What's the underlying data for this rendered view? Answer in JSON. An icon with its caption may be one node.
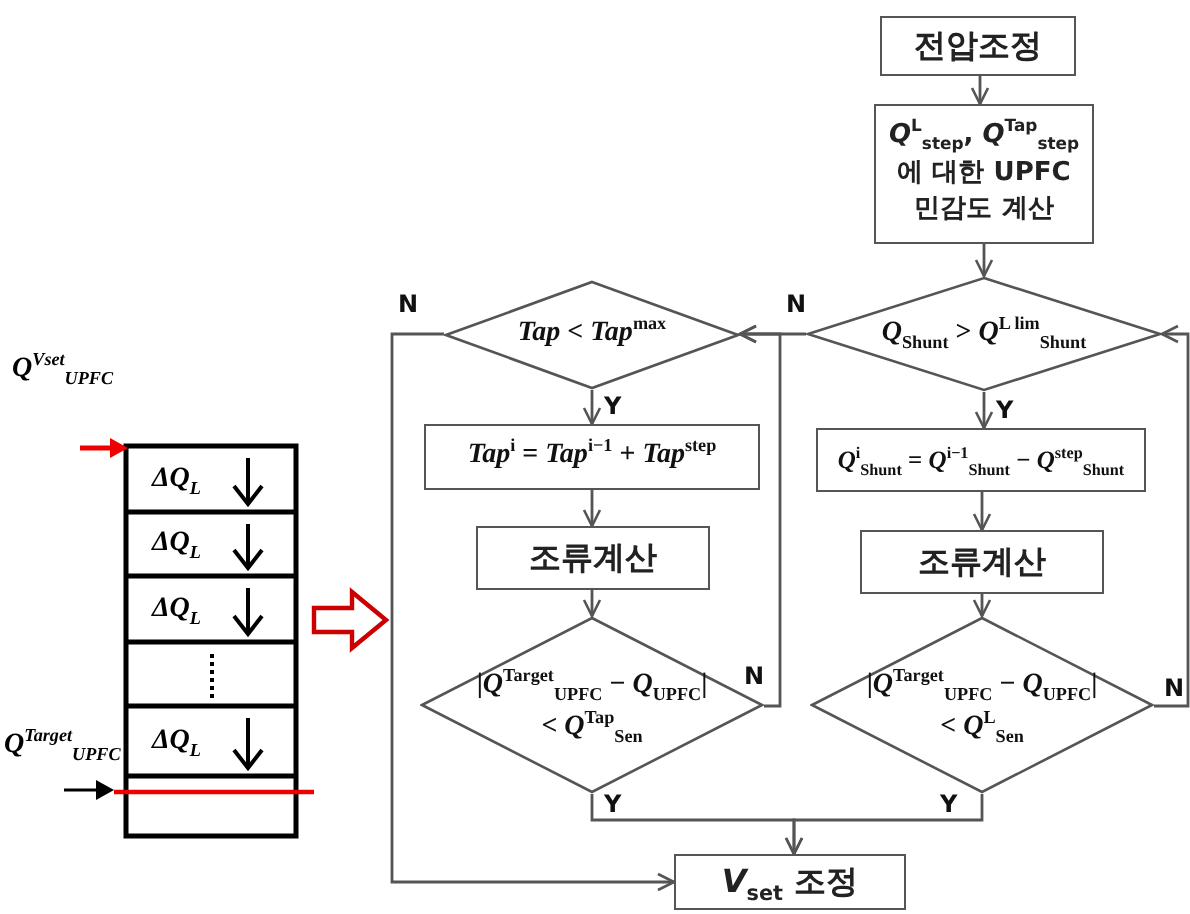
{
  "diagram": {
    "nodes": [
      {
        "text": [
          "전압조정"
        ]
      },
      {
        "text": [
          "*Q*$^{L}$$_{step}$, *Q*$^{Tap}$$_{step}$ 에 대한 UPFC 민감도 계산"
        ]
      },
      {
        "text": [
          "*Q*$_{Shunt}$ > *Q*$^{L lim}$$_{Shunt}$"
        ]
      },
      {
        "text": [
          "*Tap* < *Tap*$^{max}$"
        ]
      },
      {
        "text": [
          "*Tap*$^{i}$ = *Tap*$^{i−1}$ + *Tap*$^{step}$"
        ]
      },
      {
        "text": [
          "*Q*$^{i}$$_{Shunt}$ = *Q*$^{i−1}$$_{Shunt}$ − *Q*$^{step}$$_{Shunt}$"
        ]
      },
      {
        "text": [
          "조류계산"
        ]
      },
      {
        "text": [
          "조류계산"
        ]
      },
      {
        "text": [
          "|*Q*$^{Target}$$_{UPFC}$ − *Q*$_{UPFC}$| < *Q*$^{Tap}$$_{Sen}$"
        ]
      },
      {
        "text": [
          "|*Q*$^{Target}$$_{UPFC}$ − *Q*$_{UPFC}$| < *Q*$^{L}$$_{Sen}$"
        ]
      },
      {
        "text": [
          "*V*$_{set}$ 조정"
        ]
      }
    ],
    "edges": [
      {
        "from": 0,
        "to": 1,
        "arrow": "to"
      },
      {
        "from": 1,
        "to": 2,
        "arrow": "to"
      },
      {
        "from": 2,
        "to": 5,
        "arrow": "to",
        "label": "Y"
      },
      {
        "from": 2,
        "to": 3,
        "arrow": "to",
        "label": "N"
      },
      {
        "from": 3,
        "to": 4,
        "arrow": "to",
        "label": "Y"
      },
      {
        "from": 3,
        "to": 10,
        "arrow": "to",
        "label": "N"
      },
      {
        "from": 4,
        "to": 6,
        "arrow": "to"
      },
      {
        "from": 6,
        "to": 8,
        "arrow": "to"
      },
      {
        "from": 8,
        "to": 3,
        "arrow": "to",
        "label": "N"
      },
      {
        "from": 8,
        "to": 10,
        "arrow": "to",
        "label": "Y"
      },
      {
        "from": 5,
        "to": 7,
        "arrow": "to"
      },
      {
        "from": 7,
        "to": 9,
        "arrow": "to"
      },
      {
        "from": 9,
        "to": 2,
        "arrow": "to",
        "label": "N"
      },
      {
        "from": 9,
        "to": 10,
        "arrow": "to",
        "label": "Y"
      }
    ],
    "labels": [
      "Q$^{Vset}$$_{UPFC}$",
      "ΔQ$_{L}$",
      "ΔQ$_{L}$",
      "ΔQ$_{L}$",
      "ΔQ$_{L}$",
      "Q$^{Target}$$_{UPFC}$"
    ]
  }
}
